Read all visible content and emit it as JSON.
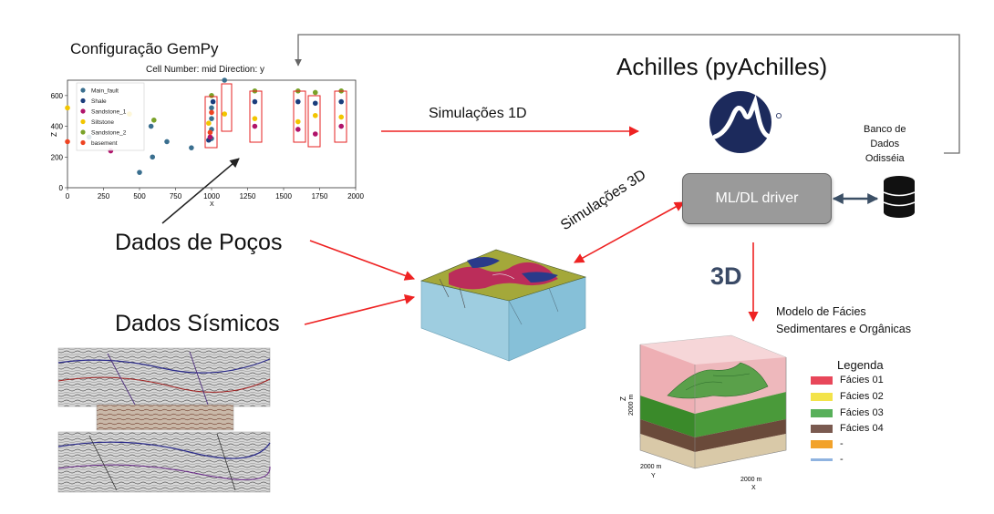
{
  "gempy": {
    "title": "Configuração GemPy",
    "plot_title": "Cell Number: mid  Direction: y",
    "z_label": "Z",
    "x_label": "X"
  },
  "chart_data": {
    "type": "scatter",
    "title": "Cell Number: mid  Direction: y",
    "xlabel": "X",
    "ylabel": "Z",
    "xlim": [
      0,
      2000
    ],
    "ylim": [
      0,
      700
    ],
    "x_ticks": [
      "0",
      "250",
      "500",
      "750",
      "1000",
      "1250",
      "1500",
      "1750",
      "2000"
    ],
    "y_ticks": [
      "0",
      "200",
      "400",
      "600"
    ],
    "series": [
      {
        "name": "Main_fault",
        "color": "#3a6f8f",
        "points": [
          [
            500,
            100
          ],
          [
            590,
            200
          ],
          [
            690,
            300
          ],
          [
            1000,
            320
          ],
          [
            1000,
            380
          ],
          [
            1000,
            450
          ],
          [
            1000,
            520
          ],
          [
            1090,
            700
          ],
          [
            150,
            330
          ],
          [
            580,
            400
          ],
          [
            860,
            260
          ]
        ]
      },
      {
        "name": "Shale",
        "color": "#1a3d7c",
        "points": [
          [
            980,
            310
          ],
          [
            1010,
            560
          ],
          [
            1300,
            560
          ],
          [
            1600,
            560
          ],
          [
            1720,
            550
          ],
          [
            1900,
            560
          ]
        ]
      },
      {
        "name": "Sandstone_1",
        "color": "#b0136a",
        "points": [
          [
            300,
            240
          ],
          [
            990,
            330
          ],
          [
            1300,
            400
          ],
          [
            1600,
            380
          ],
          [
            1720,
            350
          ],
          [
            1900,
            400
          ]
        ]
      },
      {
        "name": "Siltstone",
        "color": "#f2c500",
        "points": [
          [
            0,
            520
          ],
          [
            430,
            480
          ],
          [
            980,
            420
          ],
          [
            1090,
            480
          ],
          [
            1300,
            450
          ],
          [
            1600,
            430
          ],
          [
            1720,
            470
          ],
          [
            1900,
            460
          ]
        ]
      },
      {
        "name": "Sandstone_2",
        "color": "#7aa229",
        "points": [
          [
            600,
            440
          ],
          [
            1000,
            600
          ],
          [
            1300,
            630
          ],
          [
            1600,
            630
          ],
          [
            1720,
            620
          ],
          [
            1900,
            630
          ]
        ]
      },
      {
        "name": "basement",
        "color": "#ee4422",
        "points": [
          [
            0,
            300
          ],
          [
            990,
            360
          ],
          [
            1000,
            490
          ]
        ]
      }
    ]
  },
  "achilles": {
    "title": "Achilles (pyAchilles)",
    "sim1d": "Simulações 1D",
    "sim3d": "Simulações 3D",
    "database": [
      "Banco de",
      "Dados",
      "Odisséia"
    ],
    "ml_driver": "ML/DL driver"
  },
  "inputs": {
    "wells": "Dados de Poços",
    "seismic": "Dados Sísmicos"
  },
  "model": {
    "badge": "3D",
    "title_line1": "Modelo de Fácies",
    "title_line2": "Sedimentares e Orgânicas",
    "z_axis": "Z",
    "z_scale": "2000 m",
    "y_axis": "Y",
    "y_scale": "2000 m",
    "x_axis": "X",
    "x_scale": "2000 m",
    "legend_title": "Legenda",
    "legend": [
      {
        "label": "Fácies 01",
        "color": "#e8475a"
      },
      {
        "label": "Fácies 02",
        "color": "#f3e34a"
      },
      {
        "label": "Fácies 03",
        "color": "#58b05a"
      },
      {
        "label": "Fácies 04",
        "color": "#7a5a50"
      },
      {
        "label": "-",
        "color": "#f2a22a"
      },
      {
        "label": "-",
        "color": "#8fb3e0"
      }
    ]
  },
  "colors": {
    "arrow": "#ee2222",
    "feedback_line": "#6b6b6b",
    "ml_box": "#9a9a9a",
    "db_link": "#3c5066"
  }
}
